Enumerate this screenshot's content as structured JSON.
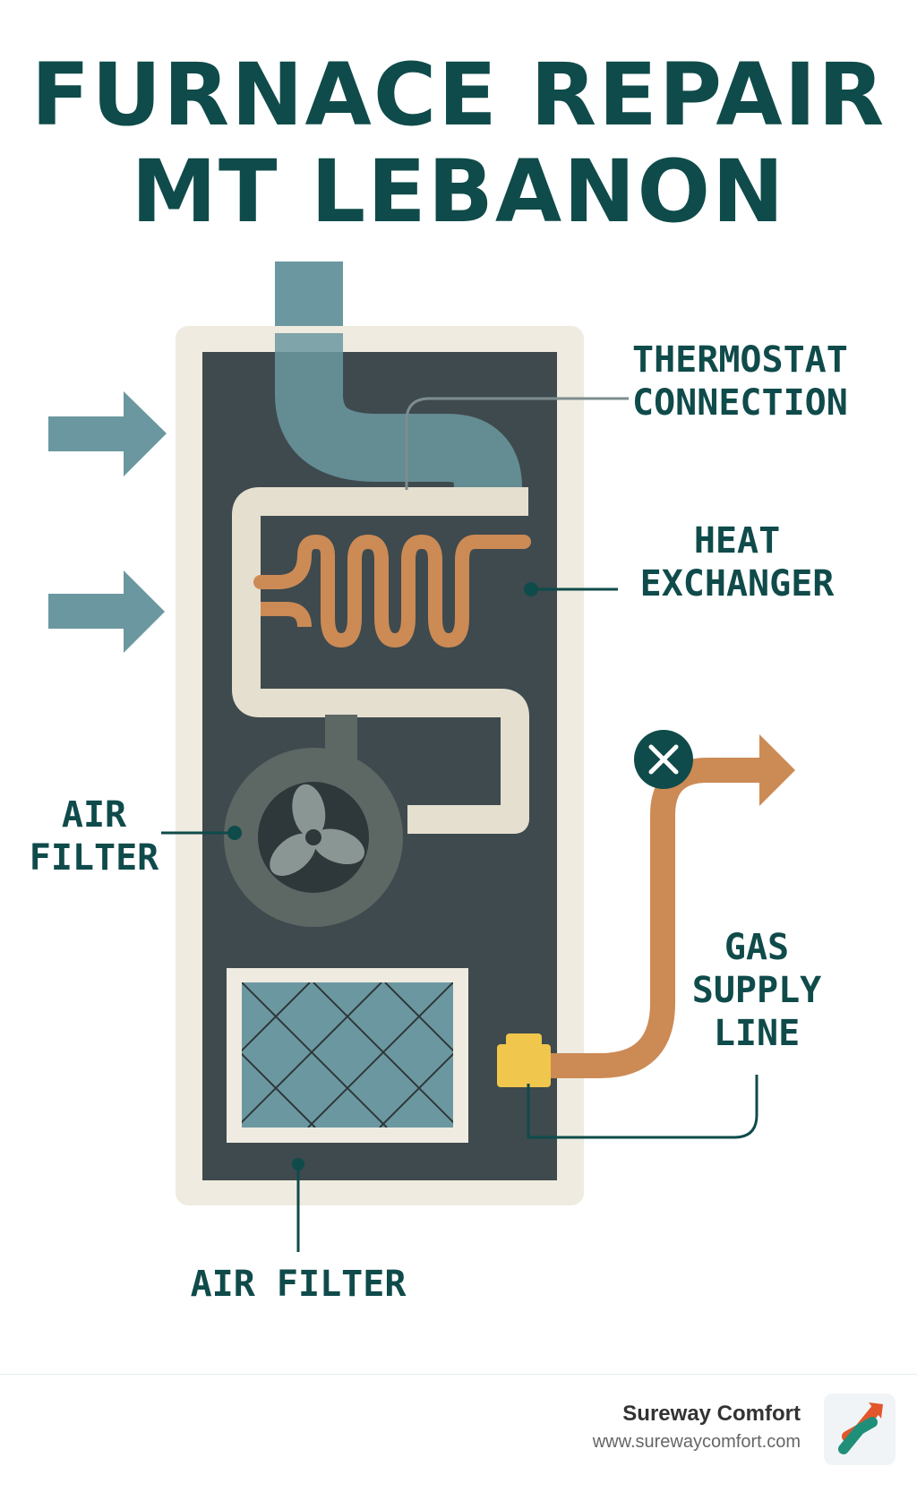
{
  "title": {
    "line1": "FURNACE REPAIR",
    "line2": "MT LEBANON"
  },
  "labels": {
    "thermostat": [
      "THERMOSTAT",
      "CONNECTION"
    ],
    "heat_exchanger": [
      "HEAT",
      "EXCHANGER"
    ],
    "blower": [
      "AIR",
      "FILTER"
    ],
    "gas": [
      "GAS",
      "SUPPLY",
      "LINE"
    ],
    "filter": "AIR FILTER"
  },
  "footer": {
    "brand": "Sureway Comfort",
    "url": "www.surewaycomfort.com"
  },
  "colors": {
    "title": "#0f4b4a",
    "cabinet": "#3e4a4e",
    "frame": "#efebe0",
    "duct": "#6b98a0",
    "copper": "#cc8a55",
    "valve": "#f0c64c"
  },
  "icons": [
    "airflow-arrow-icon",
    "fan-icon",
    "shutoff-x-icon",
    "logo-icon"
  ]
}
